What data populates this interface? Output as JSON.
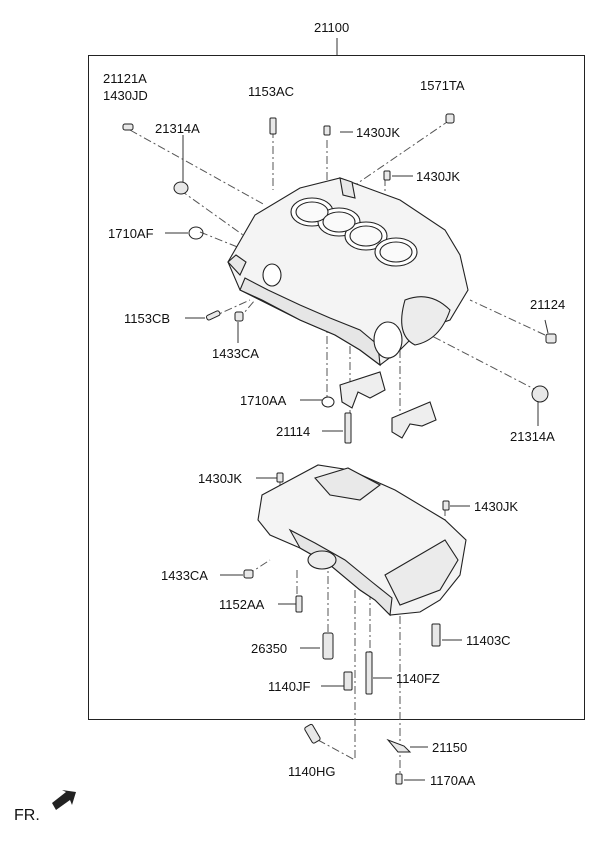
{
  "labels": {
    "assembly": "21100",
    "l21121a": "21121A",
    "l1430jd": "1430JD",
    "l1153ac": "1153AC",
    "l1571ta": "1571TA",
    "l21314a_top": "21314A",
    "l1430jk_1": "1430JK",
    "l1430jk_2": "1430JK",
    "l1710af": "1710AF",
    "l21124": "21124",
    "l1153cb": "1153CB",
    "l1433ca_1": "1433CA",
    "l1710aa": "1710AA",
    "l21114": "21114",
    "l21314a_bot": "21314A",
    "l1430jk_3": "1430JK",
    "l1430jk_4": "1430JK",
    "l1433ca_2": "1433CA",
    "l1152aa": "1152AA",
    "l11403c": "11403C",
    "l26350": "26350",
    "l1140fz": "1140FZ",
    "l1140jf": "1140JF",
    "l21150": "21150",
    "l1140hg": "1140HG",
    "l1170aa": "1170AA",
    "fr": "FR."
  }
}
